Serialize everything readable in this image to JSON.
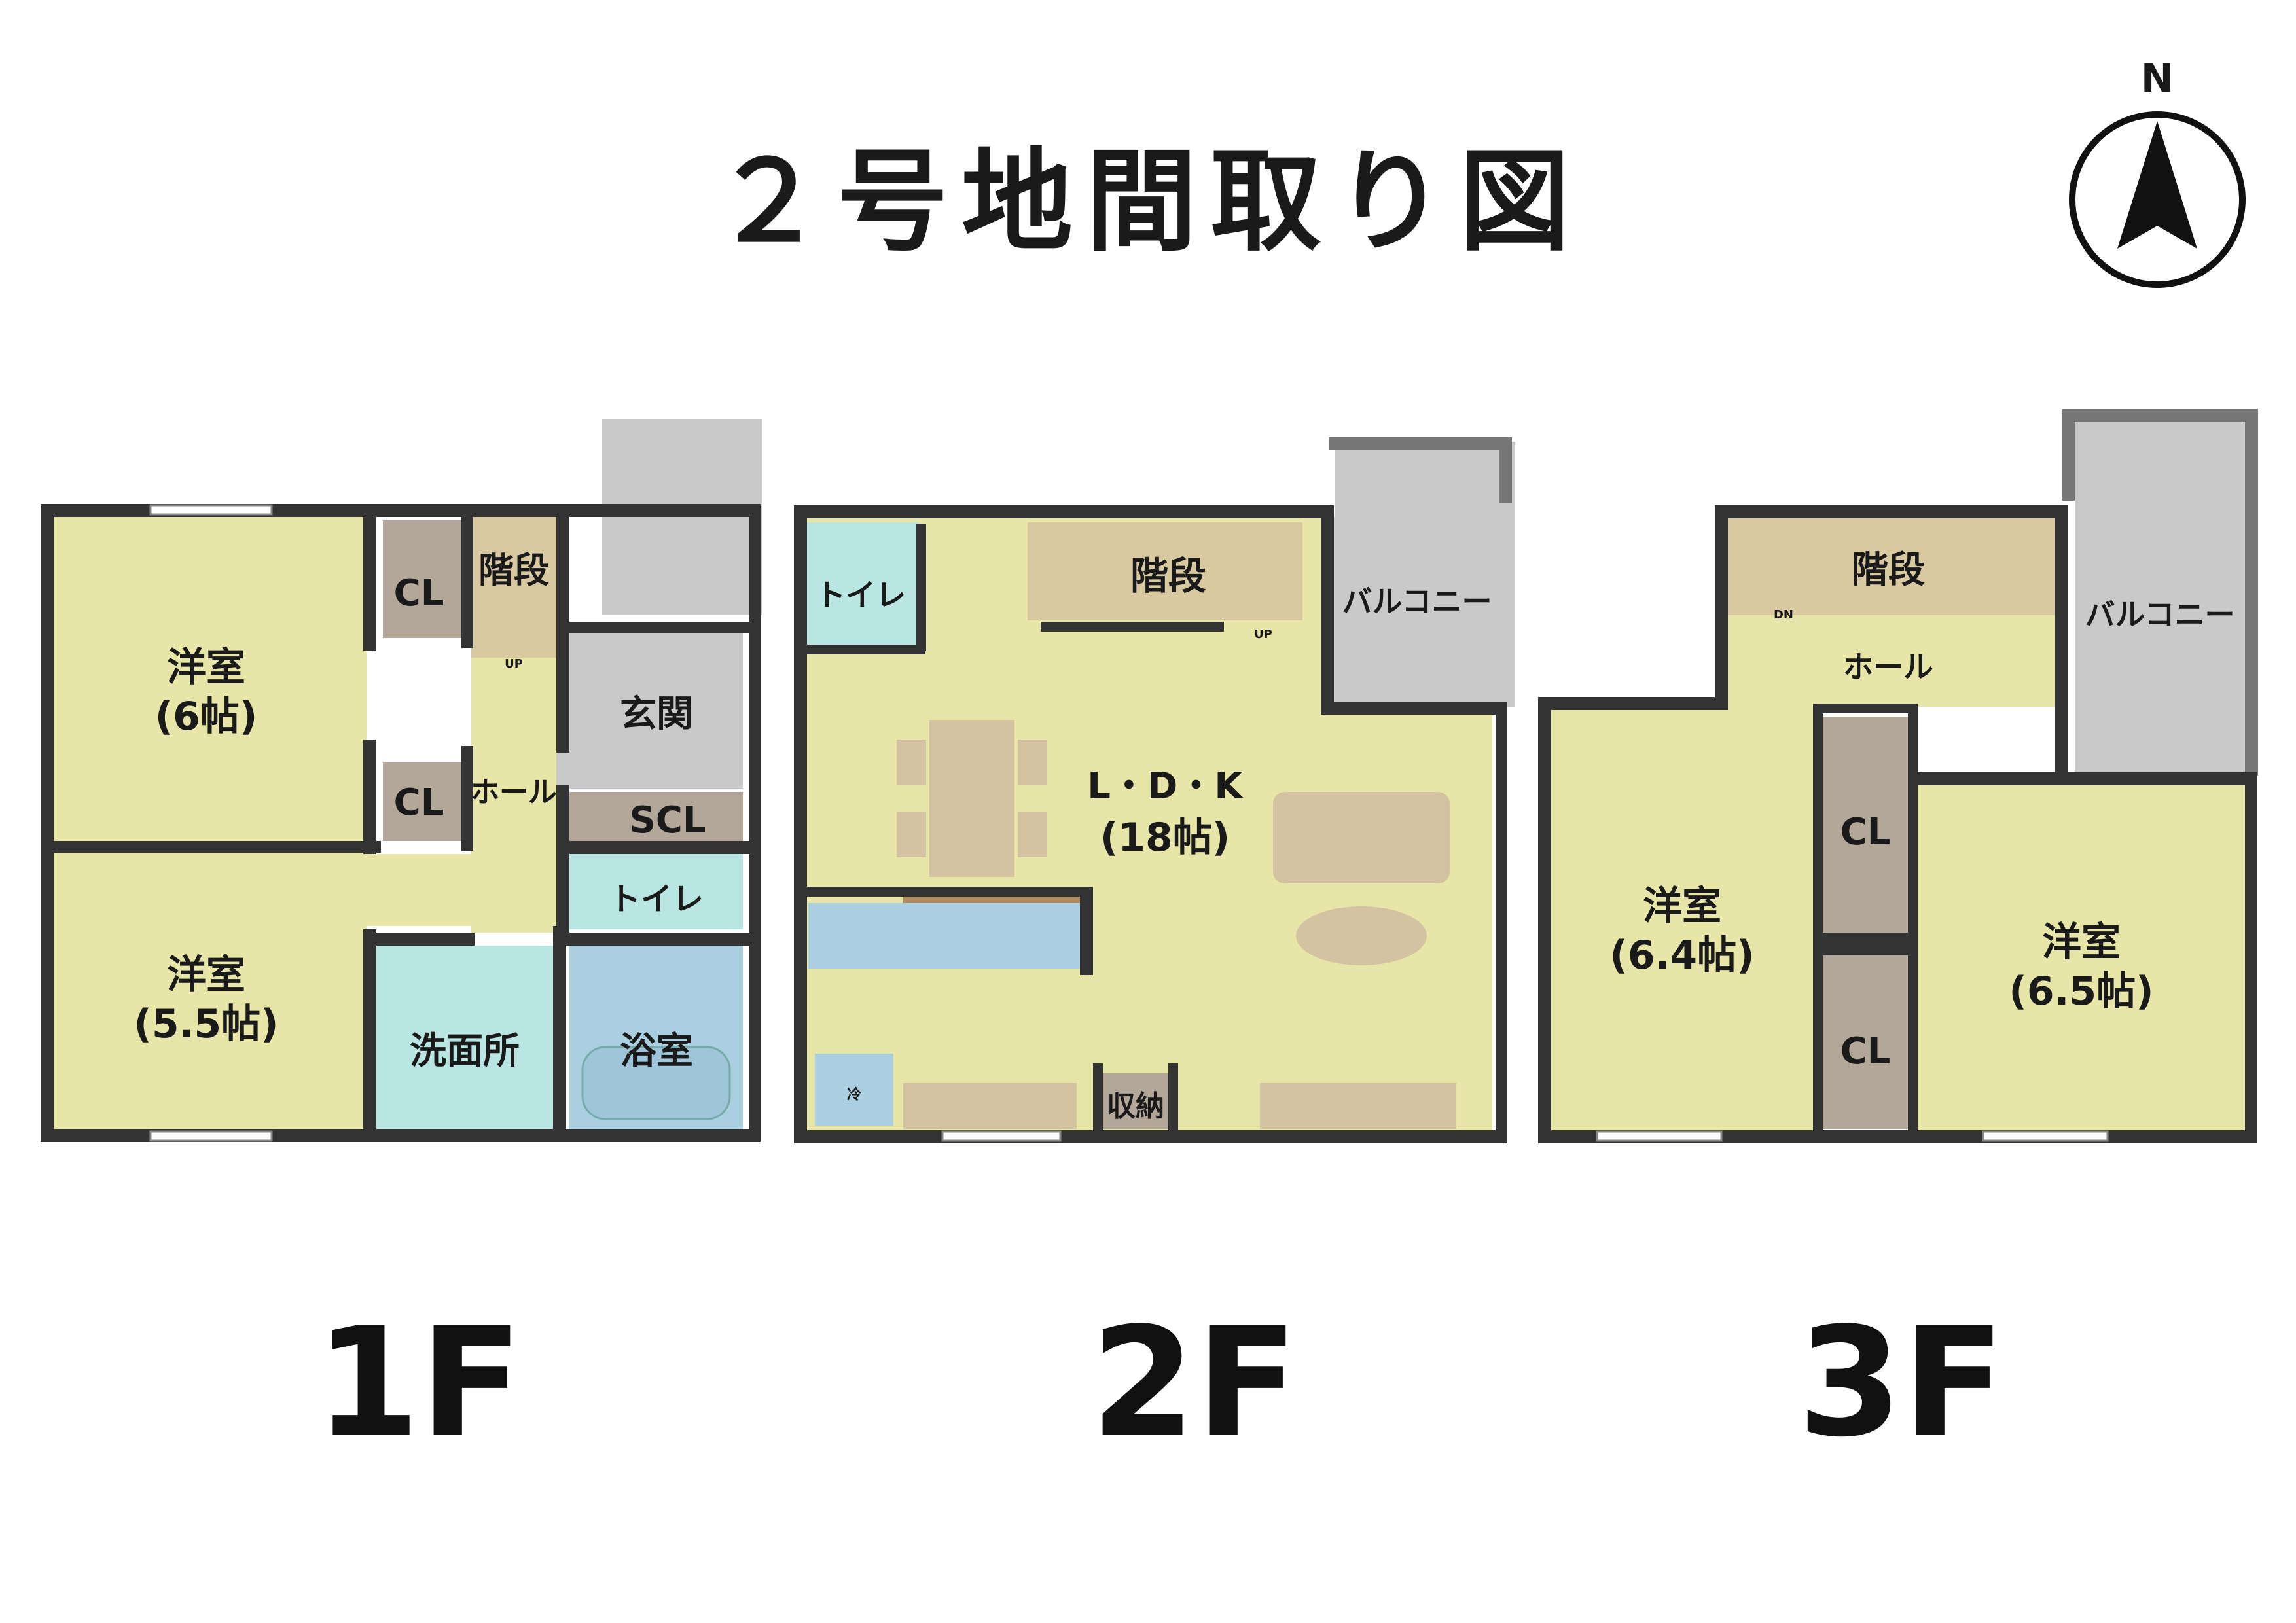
{
  "title": "２号地間取り図",
  "compass": {
    "north_label": "N",
    "icon": "north-arrow-compass"
  },
  "floors": [
    {
      "label": "1F",
      "rooms": {
        "western_room_a": {
          "name": "洋室",
          "size": "(6帖)"
        },
        "western_room_b": {
          "name": "洋室",
          "size": "(5.5帖)"
        },
        "closet_1": "CL",
        "closet_2": "CL",
        "stairs": "階段",
        "stairs_up": "UP",
        "hall": "ホール",
        "entrance": "玄関",
        "shoe_closet": "SCL",
        "toilet": "トイレ",
        "washroom": "洗面所",
        "bathroom": "浴室"
      }
    },
    {
      "label": "2F",
      "rooms": {
        "toilet": "トイレ",
        "stairs": "階段",
        "stairs_up": "UP",
        "balcony": "バルコニー",
        "ldk": {
          "name": "L・D・K",
          "size": "(18帖)"
        },
        "fridge": "冷",
        "storage": "収納"
      }
    },
    {
      "label": "3F",
      "rooms": {
        "stairs": "階段",
        "stairs_down": "DN",
        "hall": "ホール",
        "balcony": "バルコニー",
        "closet_1": "CL",
        "closet_2": "CL",
        "western_room_a": {
          "name": "洋室",
          "size": "(6.4帖)"
        },
        "western_room_b": {
          "name": "洋室",
          "size": "(6.5帖)"
        }
      }
    }
  ],
  "colors": {
    "wall": "#333333",
    "room": "#e8e5a8",
    "closet": "#b3a79a",
    "stairs": "#d9c9a0",
    "wet": "#b9e5e2",
    "bath": "#a9cfe0",
    "outdoor": "#c9c9c9",
    "furniture": "#d3c3a1"
  }
}
